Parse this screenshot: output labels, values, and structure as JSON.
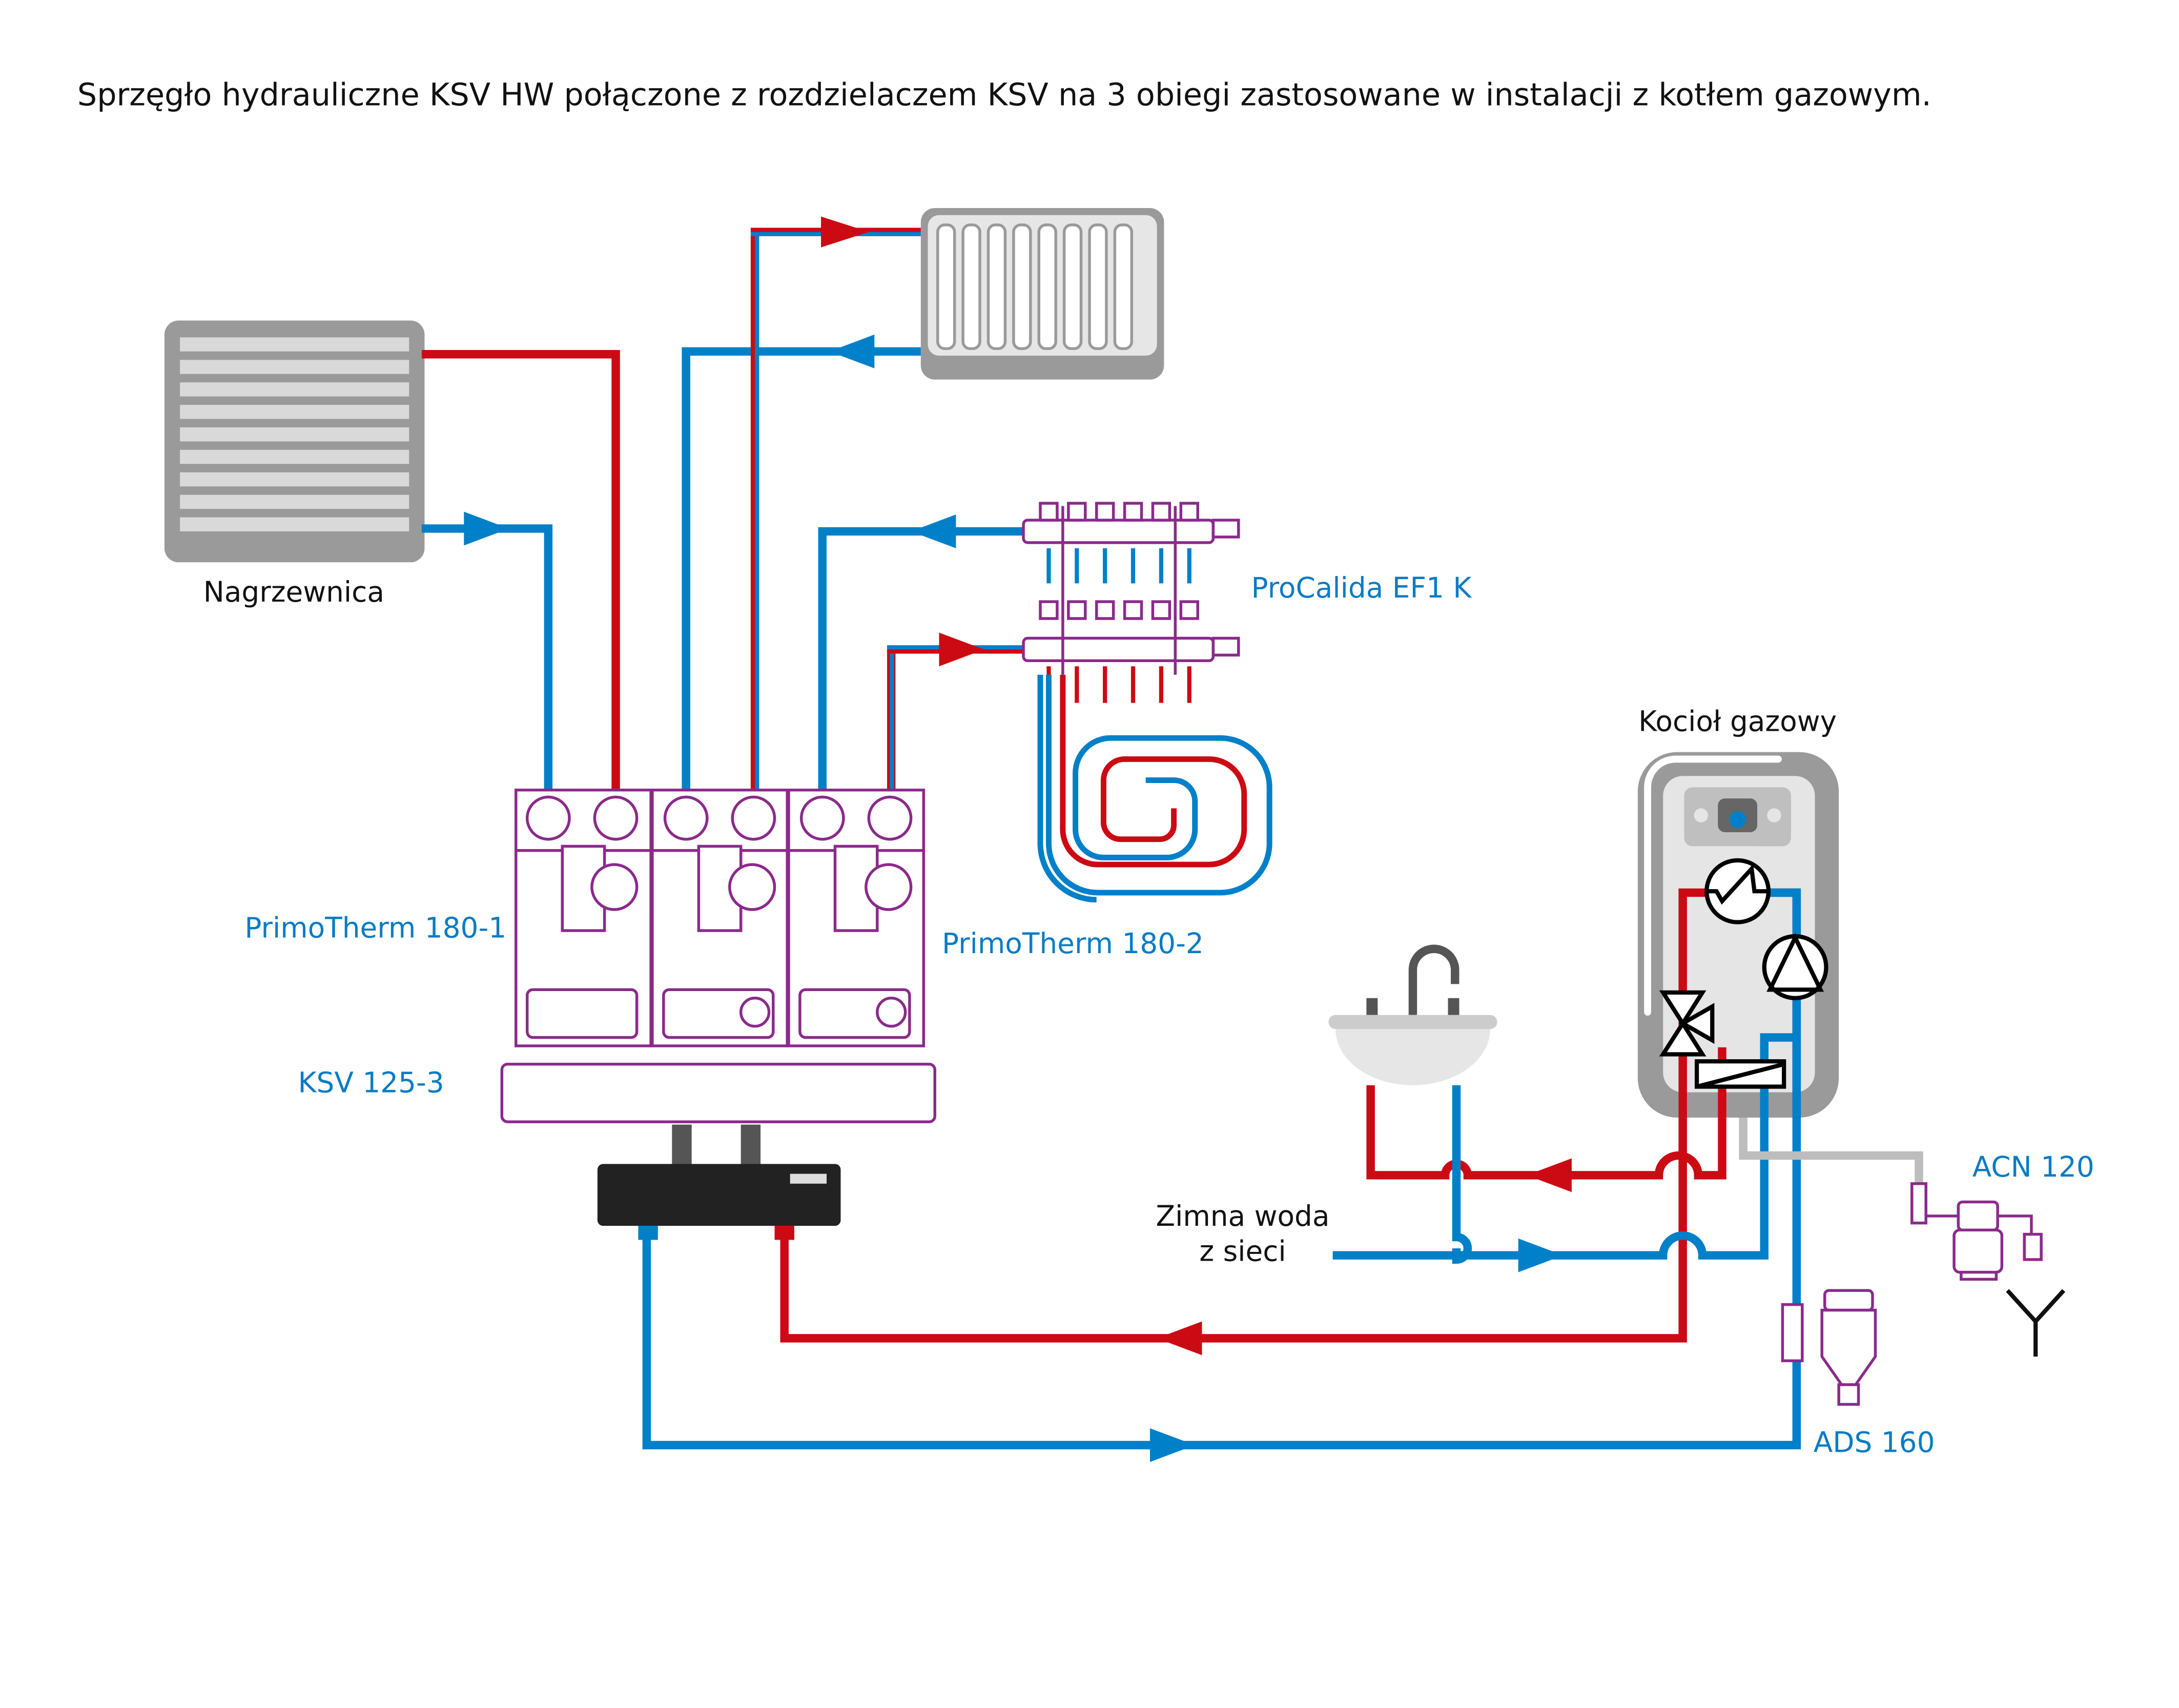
{
  "title": "Sprzęgło hydrauliczne KSV HW połączone z rozdzielaczem KSV na 3 obiegi zastosowane w instalacji z kotłem gazowym.",
  "labels": {
    "heater": "Nagrzewnica",
    "manifold": "ProCalida EF1 K",
    "boiler": "Kocioł gazowy",
    "module1": "PrimoTherm 180-1",
    "module2": "PrimoTherm 180-2",
    "distributor": "KSV 125-3",
    "cold_water_line1": "Zimna woda",
    "cold_water_line2": "z sieci",
    "acn": "ACN 120",
    "ads": "ADS 160"
  },
  "colors": {
    "supply": "#cc0a14",
    "return": "#0080c8",
    "device": "#8b2a8b",
    "casing": "#9a9a9a",
    "label": "#0a7bc4"
  }
}
